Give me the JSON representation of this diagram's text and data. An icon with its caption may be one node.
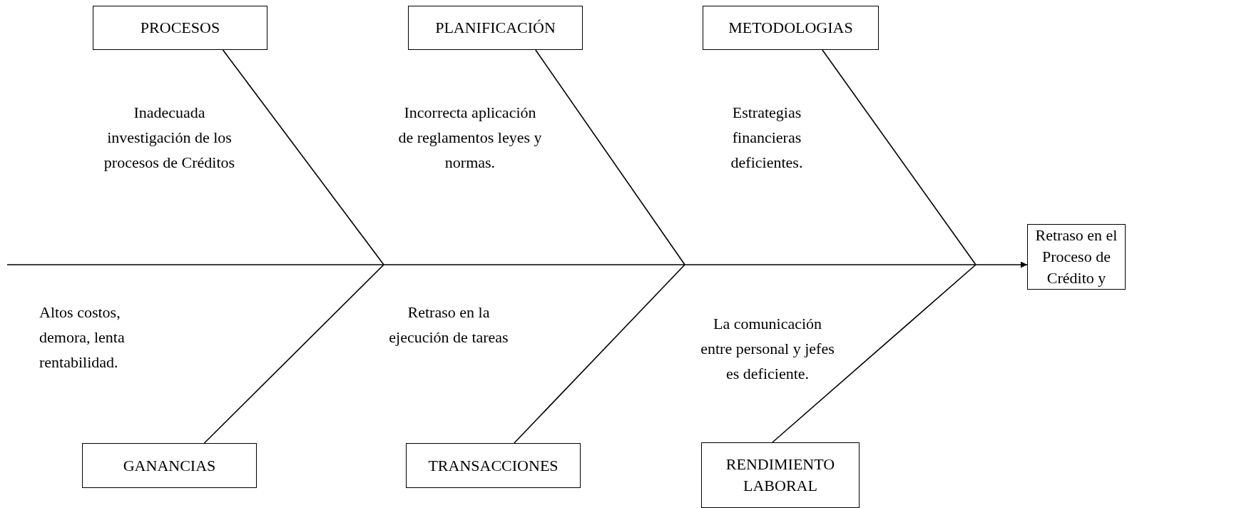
{
  "diagram": {
    "nodes": [
      {
        "text": [
          "PROCESOS"
        ]
      },
      {
        "text": [
          "PLANIFICACIÓN"
        ]
      },
      {
        "text": [
          "METODOLOGIAS"
        ]
      },
      {
        "text": [
          "Retraso en el Proceso de Crédito y"
        ]
      },
      {
        "text": [
          "GANANCIAS"
        ]
      },
      {
        "text": [
          "TRANSACCIONES"
        ]
      },
      {
        "text": [
          "RENDIMIENTO LABORAL"
        ]
      }
    ],
    "edges": [
      {
        "from": null,
        "to": 3,
        "arrow": "to"
      },
      {
        "from": 0,
        "to": null,
        "arrow": "none"
      },
      {
        "from": 1,
        "to": null,
        "arrow": "none"
      },
      {
        "from": 2,
        "to": null,
        "arrow": "none"
      },
      {
        "from": 4,
        "to": null,
        "arrow": "none"
      },
      {
        "from": 5,
        "to": null,
        "arrow": "none"
      },
      {
        "from": 6,
        "to": null,
        "arrow": "none"
      }
    ],
    "labels": [
      "Inadecuada investigación de los procesos de Créditos",
      "Incorrecta aplicación de reglamentos leyes y normas.",
      "Estrategias financieras deficientes.",
      "Altos costos, demora, lenta rentabilidad.",
      "Retraso en la ejecución de tareas",
      "La comunicación entre personal y jefes es deficiente."
    ]
  }
}
